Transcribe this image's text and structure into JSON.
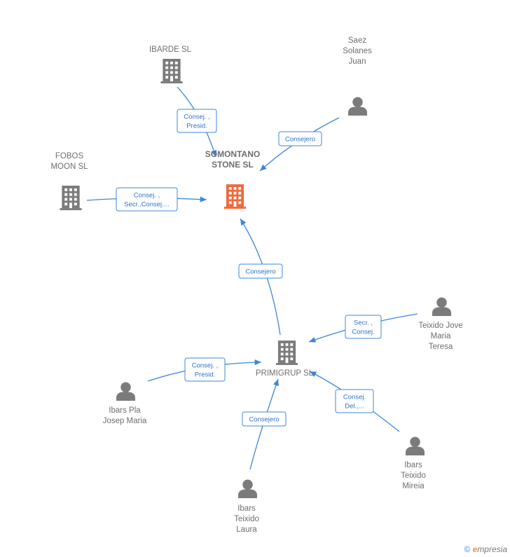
{
  "colors": {
    "edge": "#3e87d8",
    "node": "#7b7b7b",
    "focus": "#f06a3c"
  },
  "nodes": [
    {
      "id": "somontano",
      "type": "company",
      "focus": true,
      "lines": [
        "SOMONTANO",
        "STONE SL"
      ],
      "icon": "building-icon"
    },
    {
      "id": "ibarde",
      "type": "company",
      "lines": [
        "IBARDE SL"
      ],
      "icon": "building-icon"
    },
    {
      "id": "fobos",
      "type": "company",
      "lines": [
        "FOBOS",
        "MOON SL"
      ],
      "icon": "building-icon"
    },
    {
      "id": "primigrup",
      "type": "company",
      "lines": [
        "PRIMIGRUP SL"
      ],
      "icon": "building-icon"
    },
    {
      "id": "saez",
      "type": "person",
      "lines": [
        "Saez",
        "Solanes",
        "Juan"
      ],
      "icon": "person-icon"
    },
    {
      "id": "teixido_jove",
      "type": "person",
      "lines": [
        "Teixido Jove",
        "Maria",
        "Teresa"
      ],
      "icon": "person-icon"
    },
    {
      "id": "ibars_pla",
      "type": "person",
      "lines": [
        "Ibars Pla",
        "Josep Maria"
      ],
      "icon": "person-icon"
    },
    {
      "id": "ibars_laura",
      "type": "person",
      "lines": [
        "Ibars",
        "Teixido",
        "Laura"
      ],
      "icon": "person-icon"
    },
    {
      "id": "ibars_mireia",
      "type": "person",
      "lines": [
        "Ibars",
        "Teixido",
        "Mireia"
      ],
      "icon": "person-icon"
    }
  ],
  "edges": [
    {
      "from": "ibarde",
      "to": "somontano",
      "lines": [
        "Consej. ,",
        "Presid."
      ]
    },
    {
      "from": "saez",
      "to": "somontano",
      "lines": [
        "Consejero"
      ]
    },
    {
      "from": "fobos",
      "to": "somontano",
      "lines": [
        "Consej. ,",
        "Secr.,Consej...."
      ]
    },
    {
      "from": "primigrup",
      "to": "somontano",
      "lines": [
        "Consejero"
      ]
    },
    {
      "from": "teixido_jove",
      "to": "primigrup",
      "lines": [
        "Secr. ,",
        "Consej."
      ]
    },
    {
      "from": "ibars_pla",
      "to": "primigrup",
      "lines": [
        "Consej. ,",
        "Presid."
      ]
    },
    {
      "from": "ibars_laura",
      "to": "primigrup",
      "lines": [
        "Consejero"
      ]
    },
    {
      "from": "ibars_mireia",
      "to": "primigrup",
      "lines": [
        "Consej.",
        "Del.,..."
      ]
    }
  ],
  "brand": {
    "copyright": "©",
    "e_letter": "e",
    "rest": "mpresia"
  }
}
